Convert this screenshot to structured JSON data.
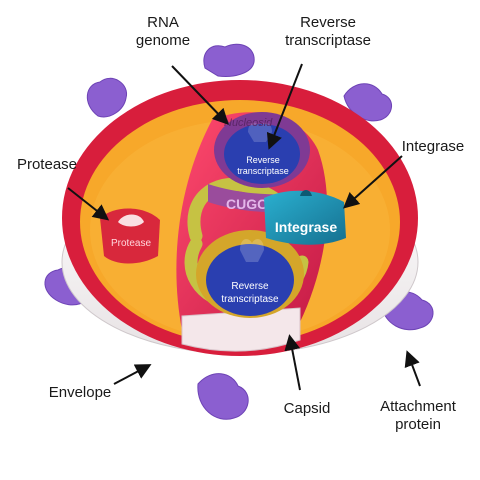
{
  "labels": {
    "rna_genome": "RNA\ngenome",
    "reverse_transcriptase": "Reverse\ntranscriptase",
    "integrase": "Integrase",
    "protease": "Protease",
    "envelope": "Envelope",
    "capsid": "Capsid",
    "attachment_protein": "Attachment\nprotein"
  },
  "model_text": {
    "nucleoside": "Nucleosid",
    "rt_upper_line1": "Reverse",
    "rt_upper_line2": "transcriptase",
    "sequence": "CUGCA",
    "integrase_piece": "Integrase",
    "protease_piece": "Protease",
    "rt_lower_line1": "Reverse",
    "rt_lower_line2": "transcriptase"
  },
  "colors": {
    "attachment_protein": "#8b5fd0",
    "envelope_outer": "#d81e3c",
    "envelope_inner": "#f7a82a",
    "envelope_wall": "#ffffff",
    "capsid": "#e8305a",
    "rna_strand": "#c6c243",
    "reverse_transcriptase": "#2a3fb0",
    "integrase": "#1a8fb0",
    "protease": "#d8283c"
  }
}
